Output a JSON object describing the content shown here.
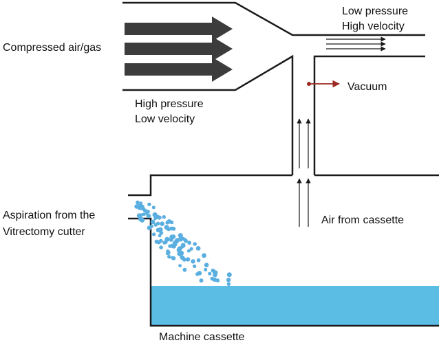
{
  "labels": {
    "compressed_air": "Compressed air/gas",
    "high_pressure": "High pressure",
    "low_velocity": "Low velocity",
    "low_pressure": "Low pressure",
    "high_velocity": "High velocity",
    "vacuum": "Vacuum",
    "aspiration_line1": "Aspiration from the",
    "aspiration_line2": "Vitrectomy cutter",
    "air_from_cassette": "Air from cassette",
    "machine_cassette": "Machine cassette"
  },
  "colors": {
    "outline": "#1a1a1a",
    "big_arrow": "#3c3c3c",
    "vacuum_arrow": "#9b2b22",
    "fluid": "#5bbde4",
    "droplet": "#5aaee0",
    "text": "#111111"
  }
}
